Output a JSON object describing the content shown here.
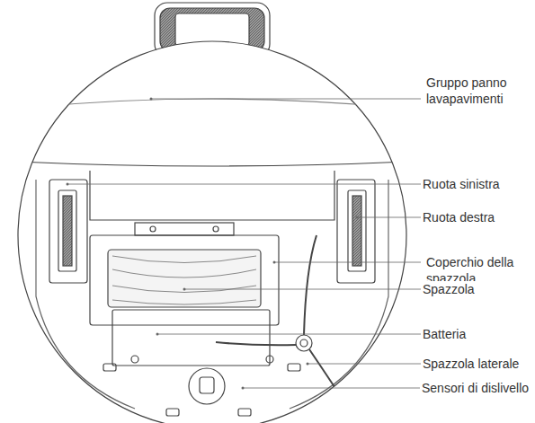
{
  "diagram": {
    "labels": [
      "Gruppo panno lavapavimenti",
      "Ruota sinistra",
      "Ruota destra",
      "Coperchio della spazzola",
      "Spazzola",
      "Batteria",
      "Spazzola laterale",
      "Sensori di dislivello"
    ]
  }
}
